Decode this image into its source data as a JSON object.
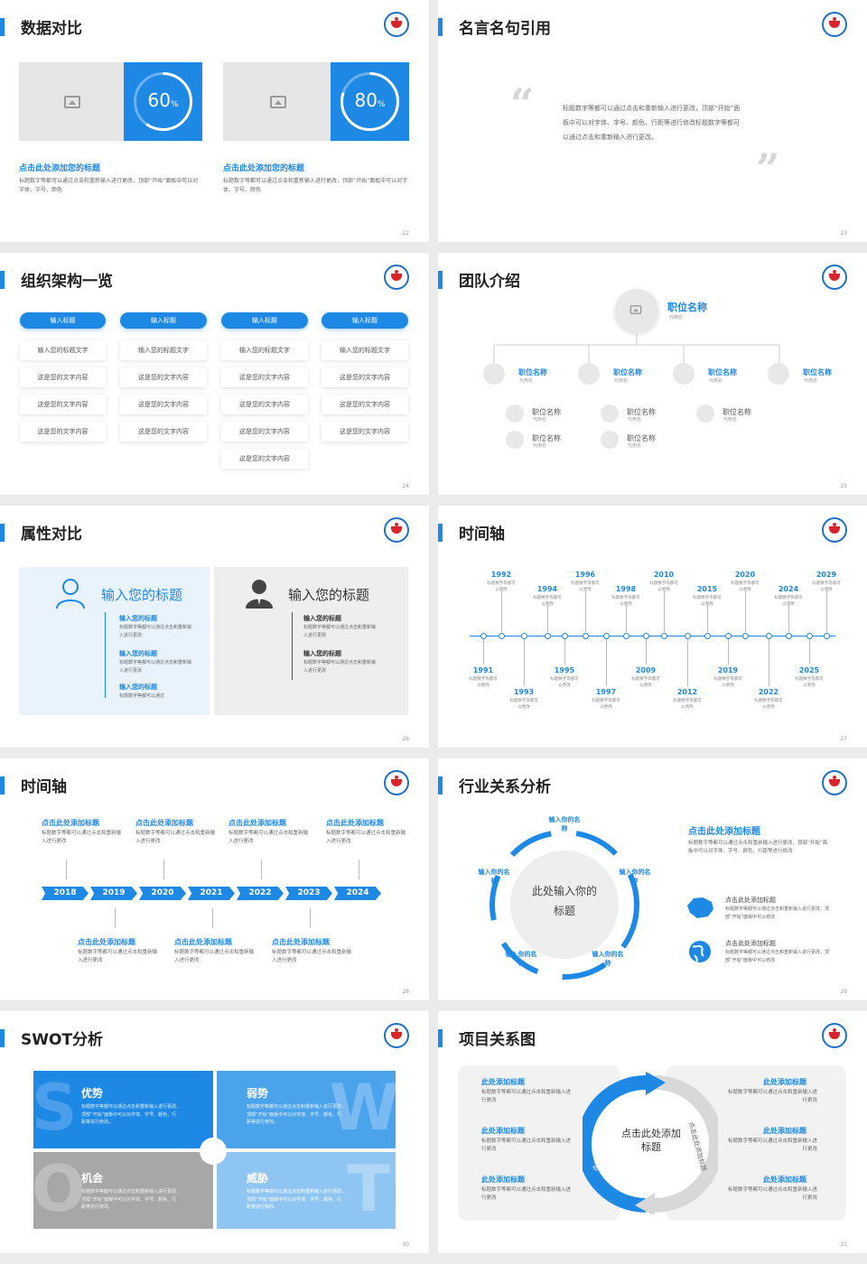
{
  "slide1": {
    "title": "数据对比",
    "page": "22",
    "items": [
      {
        "percent": 60,
        "pct_label": "60",
        "unit": "%",
        "heading": "点击此处添加您的标题",
        "text": "标题数字等都可以通过点击和重新输入进行更改，顶部“开始”面板中可以对字体、字号、颜色"
      },
      {
        "percent": 80,
        "pct_label": "80",
        "unit": "%",
        "heading": "点击此处添加您的标题",
        "text": "标题数字等都可以通过点击和重新输入进行更改，顶部“开始”面板中可以对字体、字号、颜色"
      }
    ]
  },
  "slide2": {
    "title": "名言名句引用",
    "page": "23",
    "quote": "标题数字等都可以通过点击和重新输入进行更改，顶部“开始”面板中可以对字体、字号、颜色、行距等进行修改标题数字等都可以通过点击和重新输入进行更改。"
  },
  "slide3": {
    "title": "组织架构一览",
    "page": "24",
    "columns": [
      {
        "header": "输入标题",
        "items": [
          "输入您的标题文字",
          "这是您的文字内容",
          "这是您的文字内容",
          "这是您的文字内容"
        ]
      },
      {
        "header": "输入标题",
        "items": [
          "输入您的标题文字",
          "这是您的文字内容",
          "这是您的文字内容",
          "这是您的文字内容"
        ]
      },
      {
        "header": "输入标题",
        "items": [
          "输入您的标题文字",
          "这是您的文字内容",
          "这是您的文字内容",
          "这是您的文字内容",
          "这是您的文字内容"
        ]
      },
      {
        "header": "输入标题",
        "items": [
          "输入您的标题文字",
          "这是您的文字内容",
          "这是您的文字内容",
          "这是您的文字内容"
        ]
      }
    ]
  },
  "slide4": {
    "title": "团队介绍",
    "page": "25",
    "top": {
      "name": "职位名称",
      "sub": "代用名"
    },
    "mid": [
      {
        "name": "职位名称",
        "sub": "代用名"
      },
      {
        "name": "职位名称",
        "sub": "代用名"
      },
      {
        "name": "职位名称",
        "sub": "代用名"
      },
      {
        "name": "职位名称",
        "sub": "代用名"
      }
    ],
    "low": [
      {
        "name": "职位名称",
        "sub": "代用名"
      },
      {
        "name": "职位名称",
        "sub": "代用名"
      },
      {
        "name": "职位名称",
        "sub": "代用名"
      },
      {
        "name": "职位名称",
        "sub": "代用名"
      },
      {
        "name": "职位名称",
        "sub": "代用名"
      }
    ]
  },
  "slide5": {
    "title": "属性对比",
    "page": "26",
    "left": {
      "heading": "输入您的标题",
      "items": [
        {
          "t": "输入您的标题",
          "d": "标题数字等都可以通过点击和重新输入进行更改"
        },
        {
          "t": "输入您的标题",
          "d": "标题数字等都可以通过点击和重新输入进行更改"
        },
        {
          "t": "输入您的标题",
          "d": "标题数字等都可以通过"
        }
      ]
    },
    "right": {
      "heading": "输入您的标题",
      "items": [
        {
          "t": "输入您的标题",
          "d": "标题数字等都可以通过点击和重新输入进行更改"
        },
        {
          "t": "输入您的标题",
          "d": "标题数字等都可以通过点击和重新输入进行更改"
        }
      ]
    }
  },
  "slide6": {
    "title": "时间轴",
    "page": "27",
    "top_years": [
      "1992",
      "1994",
      "1996",
      "1998",
      "2010",
      "2015",
      "2020",
      "2024",
      "2029"
    ],
    "bottom_years": [
      "1991",
      "1993",
      "1995",
      "1997",
      "2009",
      "2012",
      "2019",
      "2022",
      "2025"
    ],
    "ytext": "标题数字等都可以更改"
  },
  "slide7": {
    "title": "时间轴",
    "page": "28",
    "years": [
      "2018",
      "2019",
      "2020",
      "2021",
      "2022",
      "2023",
      "2024"
    ],
    "top": [
      {
        "t": "点击此处添加标题",
        "d": "标题数字等都可以通过点击和重新输入进行更改"
      },
      {
        "t": "点击此处添加标题",
        "d": "标题数字等都可以通过点击和重新输入进行更改"
      },
      {
        "t": "点击此处添加标题",
        "d": "标题数字等都可以通过点击和重新输入进行更改"
      },
      {
        "t": "点击此处添加标题",
        "d": "标题数字等都可以通过点击和重新输入进行更改"
      }
    ],
    "bottom": [
      {
        "t": "点击此处添加标题",
        "d": "标题数字等都可以通过点击和重新输入进行更改"
      },
      {
        "t": "点击此处添加标题",
        "d": "标题数字等都可以通过点击和重新输入进行更改"
      },
      {
        "t": "点击此处添加标题",
        "d": "标题数字等都可以通过点击和重新输入进行更改"
      }
    ]
  },
  "slide8": {
    "title": "行业关系分析",
    "page": "29",
    "center": "此处输入你的标题",
    "labels": [
      "输入你的名称",
      "输入你的名称",
      "输入你的名称",
      "输入你的名称",
      "输入你的名称"
    ],
    "heading": "点击此处添加标题",
    "text": "标题数字等都可以通过点击和重新输入进行更改，顶部“开始”面板中可以对字体、字号、颜色、行距等进行修改",
    "items": [
      {
        "t": "点击此处添加标题",
        "d": "标题数字等都可以通过点击和重新输入进行更改，顶部“开始”面板中可以修改"
      },
      {
        "t": "点击此处添加标题",
        "d": "标题数字等都可以通过点击和重新输入进行更改，顶部“开始”面板中可以修改"
      }
    ]
  },
  "slide9": {
    "title": "SWOT分析",
    "page": "30",
    "cells": [
      {
        "t": "优势",
        "letter": "S",
        "d": "标题数字等都可以通过点击和重新输入进行更改，顶部“开始”面板中可以对字体、字号、颜色、行距等进行修改。"
      },
      {
        "t": "弱势",
        "letter": "W",
        "d": "标题数字等都可以通过点击和重新输入进行更改，顶部“开始”面板中可以对字体、字号、颜色、行距等进行修改。"
      },
      {
        "t": "机会",
        "letter": "O",
        "d": "标题数字等都可以通过点击和重新输入进行更改，顶部“开始”面板中可以对字体、字号、颜色、行距等进行修改。"
      },
      {
        "t": "威胁",
        "letter": "T",
        "d": "标题数字等都可以通过点击和重新输入进行更改，顶部“开始”面板中可以对字体、字号、颜色、行距等进行修改。"
      }
    ]
  },
  "slide10": {
    "title": "项目关系图",
    "page": "31",
    "center": "点击此处添加标题",
    "arc_left": "点击此处添加标题",
    "arc_right": "点击此处添加标题",
    "left": [
      {
        "t": "此处添加标题",
        "d": "标题数字等都可以通过点击和重新输入进行更改"
      },
      {
        "t": "此处添加标题",
        "d": "标题数字等都可以通过点击和重新输入进行更改"
      },
      {
        "t": "此处添加标题",
        "d": "标题数字等都可以通过点击和重新输入进行更改"
      }
    ],
    "right": [
      {
        "t": "此处添加标题",
        "d": "标题数字等都可以通过点击和重新输入进行更改"
      },
      {
        "t": "此处添加标题",
        "d": "标题数字等都可以通过点击和重新输入进行更改"
      },
      {
        "t": "此处添加标题",
        "d": "标题数字等都可以通过点击和重新输入进行更改"
      }
    ]
  },
  "colors": {
    "accent": "#1e88e5",
    "light": "#e8f3fd",
    "gray": "#e6e6e6"
  }
}
